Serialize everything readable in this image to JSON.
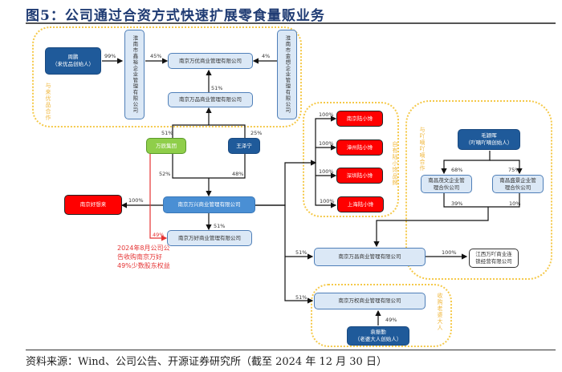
{
  "title": "图5：公司通过合资方式快速扩展零食量贩业务",
  "source": "资料来源：Wind、公司公告、开源证券研究所（截至 2024 年 12 月 30 日）",
  "groups": {
    "laiyoupin": "与来优品合作",
    "zhaoyiming": "与吖嘀吖嘀合作",
    "luxiaochan": "自有陆小馋品牌",
    "laopodaren": "收购老婆大人"
  },
  "nodes": {
    "zhoupeng": "周鹏\n（来优品创始人）",
    "huainan_xinyu": "淮南市鑫裕企业管理有限公司",
    "wanyou": "南京万优商业管理有限公司",
    "huainan_jinxiang": "淮南市金想企业管理有限公司",
    "wanpin": "南京万品商业管理有限公司",
    "wanchen": "万辰集团",
    "wang_jingning": "王泽宁",
    "wanxing": "南京万兴商业管理有限公司",
    "haoxianglai": "南京好想来",
    "wanhao": "南京万好商业管理有限公司",
    "lxc_nanjing": "南京陆小馋",
    "lxc_zhangzhou": "漳州陆小馋",
    "lxc_shenzhen": "深圳陆小馋",
    "lxc_shanghai": "上海陆小馋",
    "mao_yinghui": "毛颖晖\n（吖嘀吖嘀创始人）",
    "nanchang_maowen": "南昌茂文企业管理合伙公司",
    "nanchang_shengjing": "南昌盛景企业管理合伙公司",
    "wanchang": "南京万昌商业管理有限公司",
    "jiangxi_wanding": "江西万吖商业连锁经营有限公司",
    "wanquan": "南京万权商业管理有限公司",
    "yuan_zhenjin": "袁振勤\n（老婆大人创始人）"
  },
  "percentages": {
    "zhoupeng_to_xinyu": "99%",
    "xinyu_to_wanyou": "45%",
    "jinxiang_to_wanyou": "4%",
    "wanpin_to_wanyou": "51%",
    "wanchen_to_wanpin": "51%",
    "wang_to_wanpin": "25%",
    "wanchen_to_wanxing": "52%",
    "wang_to_wanxing": "48%",
    "wanxing_to_haoxianglai": "100%",
    "wanxing_to_wanhao": "51%",
    "wanchen_to_wanhao": "49%",
    "lxc_nanjing": "100%",
    "lxc_zhangzhou": "100%",
    "lxc_shenzhen": "100%",
    "lxc_shanghai": "100%",
    "mao_to_maowen": "68%",
    "mao_to_shengjing": "75%",
    "maowen_to_wanchang": "39%",
    "shengjing_to_wanchang": "10%",
    "wanxing_to_wanchang": "51%",
    "wanchang_to_jiangxi": "100%",
    "wanxing_to_wanquan": "51%",
    "yuan_to_wanquan": "49%"
  },
  "annotation": "2024年8月公司公告收购南京万好49%少数股东权益"
}
